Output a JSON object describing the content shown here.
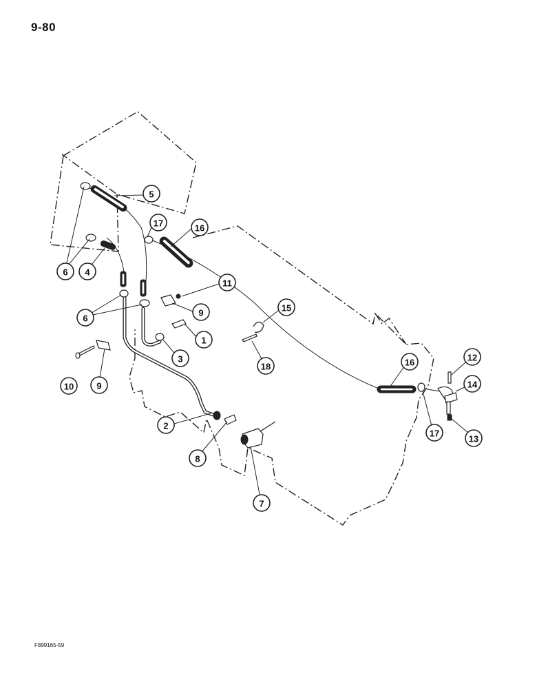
{
  "page_number": "9-80",
  "figure_code": "F899165-59",
  "callouts": [
    "5",
    "6",
    "4",
    "17",
    "16",
    "11",
    "9",
    "6",
    "1",
    "3",
    "10",
    "9",
    "15",
    "18",
    "2",
    "8",
    "7",
    "12",
    "14",
    "16",
    "17",
    "13"
  ]
}
